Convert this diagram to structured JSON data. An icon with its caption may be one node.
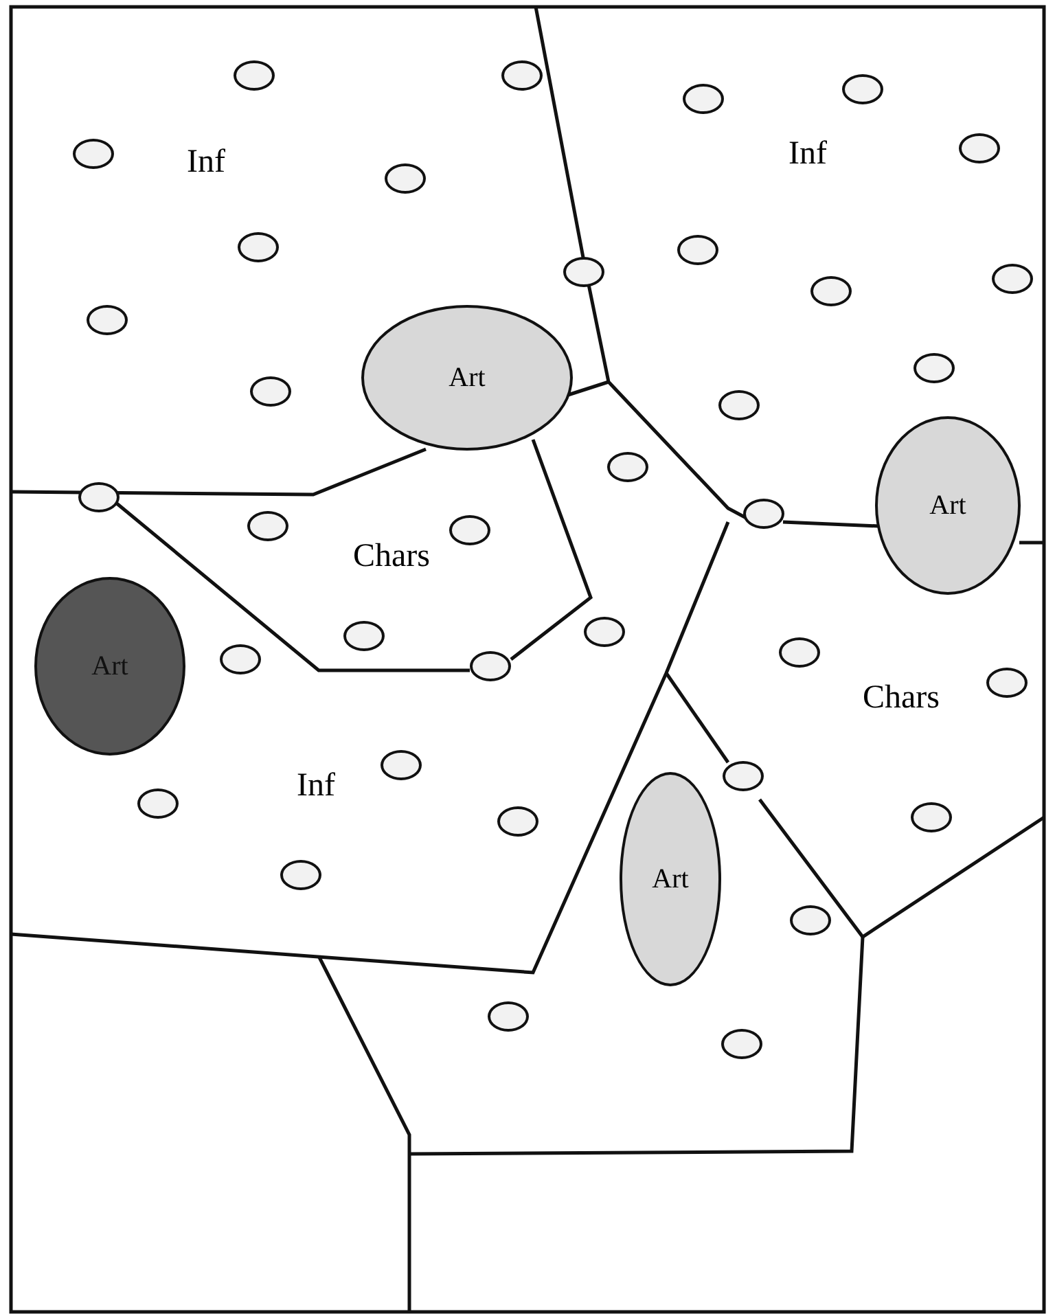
{
  "diagram": {
    "nodes": [
      {
        "text": [],
        "shape": "circle"
      },
      {
        "text": [],
        "shape": "circle"
      },
      {
        "text": [],
        "shape": "circle"
      },
      {
        "text": [],
        "shape": "circle"
      },
      {
        "text": [],
        "shape": "circle"
      },
      {
        "text": [],
        "shape": "circle"
      },
      {
        "text": [],
        "shape": "circle"
      },
      {
        "text": [],
        "shape": "circle"
      },
      {
        "text": [],
        "shape": "circle"
      },
      {
        "text": [],
        "shape": "circle"
      },
      {
        "text": [],
        "shape": "circle"
      },
      {
        "text": [],
        "shape": "circle"
      },
      {
        "text": [],
        "shape": "circle"
      },
      {
        "text": [],
        "shape": "circle"
      },
      {
        "text": [
          "Art"
        ]
      },
      {
        "text": [],
        "shape": "circle"
      },
      {
        "text": [],
        "shape": "circle"
      },
      {
        "text": [],
        "shape": "circle"
      },
      {
        "text": [],
        "shape": "circle"
      },
      {
        "text": [
          "Art"
        ]
      },
      {
        "text": [],
        "shape": "circle"
      },
      {
        "text": [],
        "shape": "circle"
      },
      {
        "text": [],
        "shape": "circle"
      },
      {
        "text": [],
        "shape": "circle"
      },
      {
        "text": [],
        "shape": "circle"
      },
      {
        "text": [],
        "shape": "circle"
      },
      {
        "text": [],
        "shape": "circle"
      },
      {
        "text": [
          "Art"
        ]
      },
      {
        "text": [],
        "shape": "circle"
      },
      {
        "text": [],
        "shape": "circle"
      },
      {
        "text": [],
        "shape": "circle"
      },
      {
        "text": [],
        "shape": "circle"
      },
      {
        "text": [],
        "shape": "circle"
      },
      {
        "text": [],
        "shape": "circle"
      },
      {
        "text": [],
        "shape": "circle"
      },
      {
        "text": [],
        "shape": "circle"
      },
      {
        "text": [
          "Art"
        ]
      },
      {
        "text": [],
        "shape": "circle"
      },
      {
        "text": [],
        "shape": "circle"
      },
      {
        "text": [],
        "shape": "circle"
      }
    ],
    "labels": [
      "Inf",
      "Inf",
      "Chars",
      "Chars",
      "Inf"
    ]
  }
}
